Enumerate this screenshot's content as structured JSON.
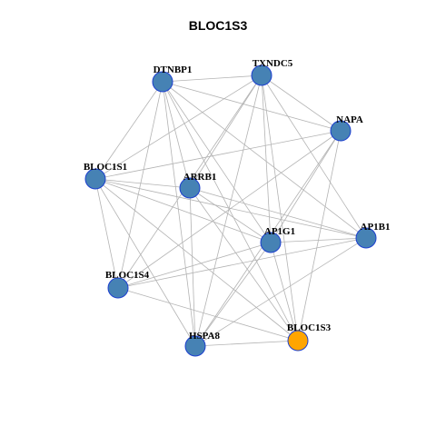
{
  "title": "BLOC1S3",
  "graph": {
    "nodes": [
      {
        "id": "DTNBP1",
        "label": "DTNBP1",
        "color": "#4682b4",
        "stroke": "#1c3fcf"
      },
      {
        "id": "TXNDC5",
        "label": "TXNDC5",
        "color": "#4682b4",
        "stroke": "#1c3fcf"
      },
      {
        "id": "NAPA",
        "label": "NAPA",
        "color": "#4682b4",
        "stroke": "#1c3fcf"
      },
      {
        "id": "BLOC1S1",
        "label": "BLOC1S1",
        "color": "#4682b4",
        "stroke": "#1c3fcf"
      },
      {
        "id": "ARRB1",
        "label": "ARRB1",
        "color": "#4682b4",
        "stroke": "#1c3fcf"
      },
      {
        "id": "AP1B1",
        "label": "AP1B1",
        "color": "#4682b4",
        "stroke": "#1c3fcf"
      },
      {
        "id": "AP1G1",
        "label": "AP1G1",
        "color": "#4682b4",
        "stroke": "#1c3fcf"
      },
      {
        "id": "BLOC1S4",
        "label": "BLOC1S4",
        "color": "#4682b4",
        "stroke": "#1c3fcf"
      },
      {
        "id": "BLOC1S3",
        "label": "BLOC1S3",
        "color": "#ffa500",
        "stroke": "#1c3fcf"
      },
      {
        "id": "HSPA8",
        "label": "HSPA8",
        "color": "#4682b4",
        "stroke": "#1c3fcf"
      }
    ],
    "edges": [
      [
        "DTNBP1",
        "TXNDC5"
      ],
      [
        "DTNBP1",
        "NAPA"
      ],
      [
        "DTNBP1",
        "BLOC1S1"
      ],
      [
        "DTNBP1",
        "ARRB1"
      ],
      [
        "DTNBP1",
        "AP1B1"
      ],
      [
        "DTNBP1",
        "AP1G1"
      ],
      [
        "DTNBP1",
        "BLOC1S4"
      ],
      [
        "DTNBP1",
        "BLOC1S3"
      ],
      [
        "DTNBP1",
        "HSPA8"
      ],
      [
        "TXNDC5",
        "NAPA"
      ],
      [
        "TXNDC5",
        "BLOC1S1"
      ],
      [
        "TXNDC5",
        "ARRB1"
      ],
      [
        "TXNDC5",
        "AP1B1"
      ],
      [
        "TXNDC5",
        "AP1G1"
      ],
      [
        "TXNDC5",
        "BLOC1S4"
      ],
      [
        "TXNDC5",
        "BLOC1S3"
      ],
      [
        "TXNDC5",
        "HSPA8"
      ],
      [
        "NAPA",
        "BLOC1S1"
      ],
      [
        "NAPA",
        "AP1G1"
      ],
      [
        "NAPA",
        "BLOC1S4"
      ],
      [
        "NAPA",
        "BLOC1S3"
      ],
      [
        "NAPA",
        "HSPA8"
      ],
      [
        "BLOC1S1",
        "ARRB1"
      ],
      [
        "BLOC1S1",
        "AP1B1"
      ],
      [
        "BLOC1S1",
        "AP1G1"
      ],
      [
        "BLOC1S1",
        "BLOC1S4"
      ],
      [
        "BLOC1S1",
        "BLOC1S3"
      ],
      [
        "BLOC1S1",
        "HSPA8"
      ],
      [
        "ARRB1",
        "AP1B1"
      ],
      [
        "ARRB1",
        "AP1G1"
      ],
      [
        "ARRB1",
        "BLOC1S3"
      ],
      [
        "ARRB1",
        "HSPA8"
      ],
      [
        "AP1B1",
        "AP1G1"
      ],
      [
        "AP1B1",
        "BLOC1S4"
      ],
      [
        "AP1B1",
        "HSPA8"
      ],
      [
        "AP1G1",
        "BLOC1S4"
      ],
      [
        "AP1G1",
        "BLOC1S3"
      ],
      [
        "AP1G1",
        "HSPA8"
      ],
      [
        "BLOC1S4",
        "BLOC1S3"
      ],
      [
        "BLOC1S3",
        "HSPA8"
      ]
    ],
    "edge_color": "#b3b3b3"
  }
}
